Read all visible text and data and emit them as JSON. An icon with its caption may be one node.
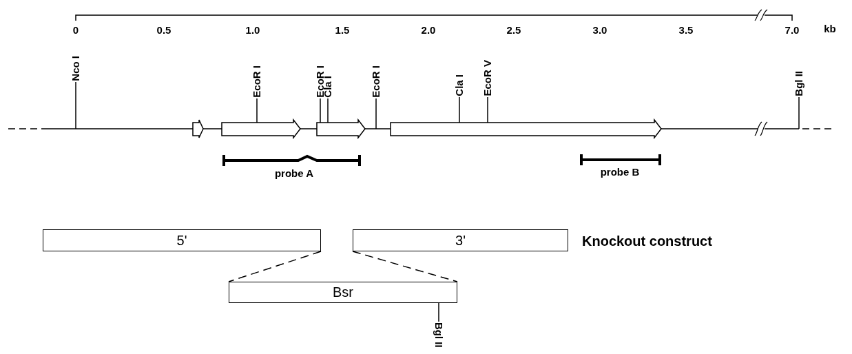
{
  "diagram": {
    "nodes": [
      {
        "text": [
          "5'"
        ]
      },
      {
        "text": [
          "3'"
        ]
      },
      {
        "text": [
          "Bsr"
        ]
      }
    ],
    "edges": [
      {
        "from": 0,
        "to": 2,
        "arrow": "none",
        "style": "dashed"
      },
      {
        "from": 1,
        "to": 2,
        "arrow": "none",
        "style": "dashed"
      }
    ],
    "labels": [
      "0",
      "0.5",
      "1.0",
      "1.5",
      "2.0",
      "2.5",
      "3.0",
      "3.5",
      "7.0",
      "kb",
      "Nco I",
      "EcoR I",
      "EcoR I",
      "Cla I",
      "EcoR I",
      "Cla I",
      "EcoR V",
      "Bgl II",
      "probe A",
      "probe B",
      "Knockout construct",
      "Bgl II"
    ]
  }
}
